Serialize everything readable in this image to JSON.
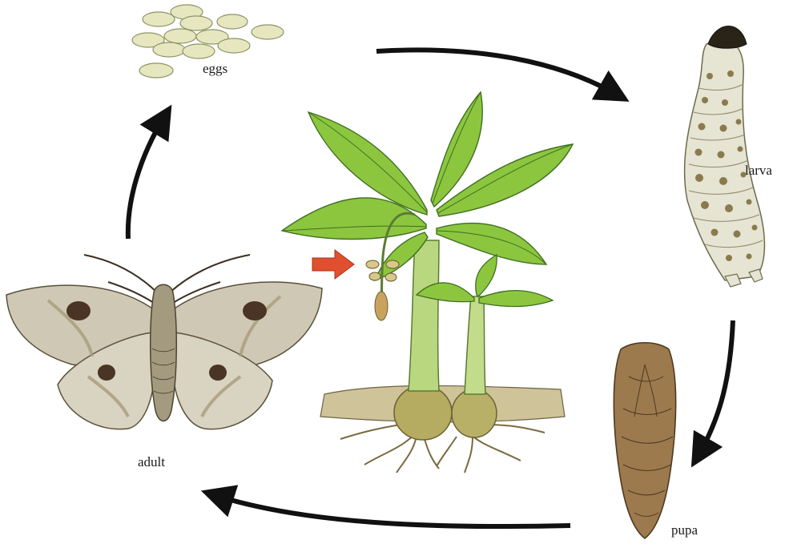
{
  "labels": {
    "eggs": "eggs",
    "larva": "larva",
    "pupa": "pupa",
    "adult": "adult"
  },
  "colors": {
    "arrow": "#111111",
    "pointer_arrow": "#e0502f",
    "leaf": "#8cc63f",
    "leaf_dark": "#3f8a2a",
    "stem": "#b9d77e",
    "soil": "#cfc39a",
    "corm": "#b5ac62",
    "egg": "#e6e7bf",
    "larva_body": "#e6e4d2",
    "larva_spot": "#8a7a4e",
    "pupa": "#9c7a4e",
    "moth_wing": "#cfc8b4",
    "moth_body": "#a39a7f",
    "moth_spot": "#4a3424"
  },
  "icons": [
    "eggs-icon",
    "larva-icon",
    "pupa-icon",
    "moth-icon",
    "banana-plant-icon",
    "pointer-arrow-icon"
  ]
}
